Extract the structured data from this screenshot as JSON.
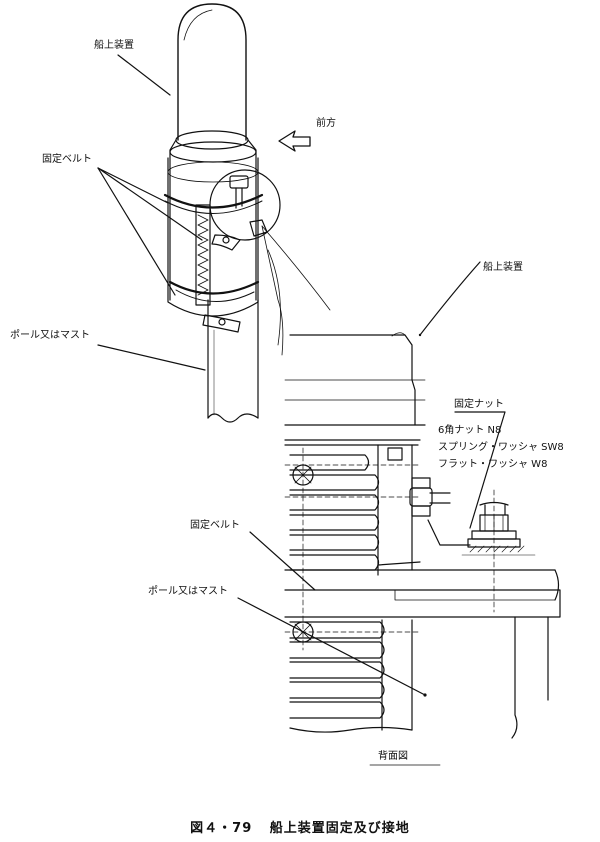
{
  "labels": {
    "top_device": "船上装置",
    "top_belt": "固定ベルト",
    "top_pole": "ポール又はマスト",
    "forward": "前方",
    "right_device": "船上装置",
    "fixing_nut": "固定ナット",
    "hex_nut": "6角ナット N8",
    "spring_washer": "スプリング・ワッシャ SW8",
    "flat_washer": "フラット・ワッシャ W8",
    "bottom_belt": "固定ベルト",
    "bottom_pole": "ポール又はマスト",
    "rear_view": "背面図"
  },
  "caption": {
    "number": "図４・79",
    "title": "船上装置固定及び接地"
  }
}
